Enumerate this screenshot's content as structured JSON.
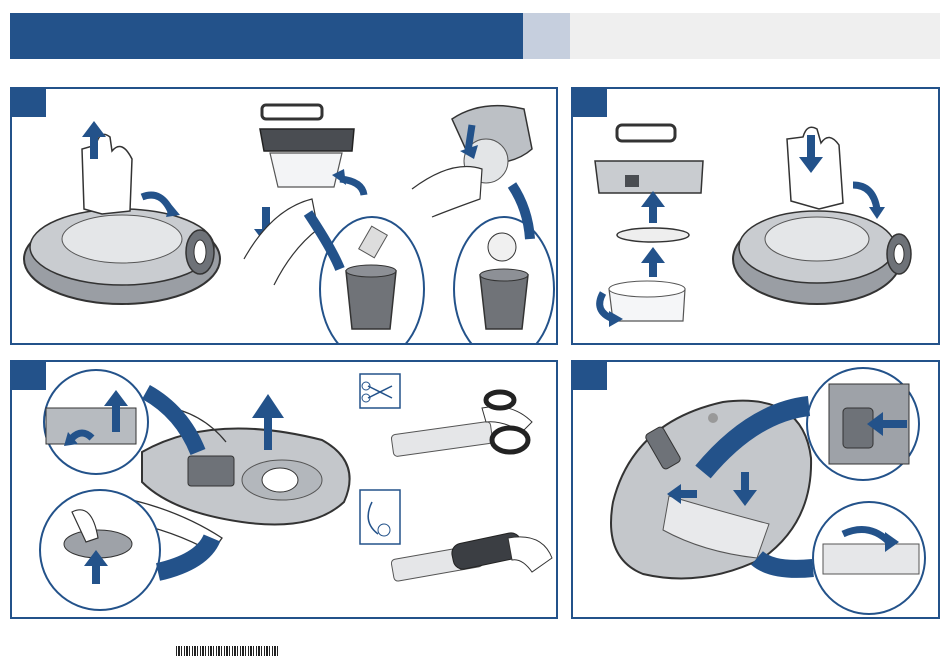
{
  "header": {
    "colors": {
      "band": "#23528a",
      "tab": "#c6cfde",
      "rest": "#efefef"
    }
  },
  "panels": [
    {
      "id": "p1",
      "step_badge": "",
      "content": [
        "robot-vacuum-icon",
        "hand-lift-lid-icon",
        "dustbin-icon",
        "trash-can-icon",
        "filter-icon"
      ]
    },
    {
      "id": "p2",
      "step_badge": "",
      "content": [
        "dustbin-assembly-icon",
        "filter-disc-icon",
        "robot-vacuum-icon",
        "hand-press-icon"
      ]
    },
    {
      "id": "p3",
      "step_badge": "",
      "content": [
        "robot-underside-icon",
        "scissors-icon",
        "brush-roll-icon",
        "vacuum-cleaner-icon"
      ]
    },
    {
      "id": "p4",
      "step_badge": "",
      "content": [
        "robot-underside-icon",
        "brush-release-icon",
        "brush-roll-icon"
      ]
    }
  ],
  "accent_color": "#23528a"
}
